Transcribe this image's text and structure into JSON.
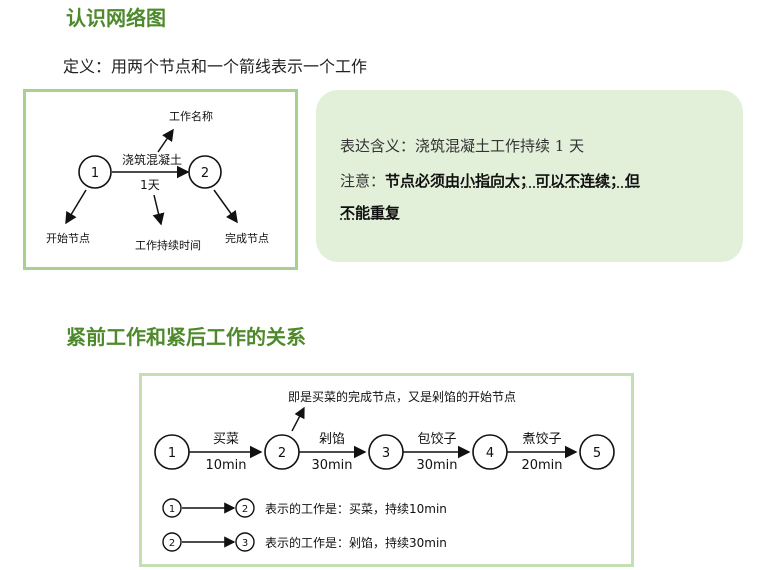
{
  "section1": {
    "title": "认识网络图",
    "definition": "定义：用两个节点和一个箭线表示一个工作"
  },
  "diagram1": {
    "node_start": "1",
    "node_end": "2",
    "activity_name": "浇筑混凝土",
    "duration": "1天",
    "label_work_name": "工作名称",
    "label_start_node": "开始节点",
    "label_duration": "工作持续时间",
    "label_end_node": "完成节点"
  },
  "callout": {
    "line1": "表达含义：浇筑混凝土工作持续 1 天",
    "note_prefix": "注意：",
    "note_bold1": "节点必须",
    "note_bold2": "由小指向大；可以不连续；但",
    "note_bold3": "不能重复"
  },
  "section2": {
    "title": "紧前工作和紧后工作的关系"
  },
  "diagram2": {
    "annotation": "即是买菜的完成节点，又是剁馅的开始节点",
    "nodes": [
      "1",
      "2",
      "3",
      "4",
      "5"
    ],
    "activities": [
      {
        "name": "买菜",
        "duration": "10min"
      },
      {
        "name": "剁馅",
        "duration": "30min"
      },
      {
        "name": "包饺子",
        "duration": "30min"
      },
      {
        "name": "煮饺子",
        "duration": "20min"
      }
    ],
    "legend": [
      {
        "from": "1",
        "to": "2",
        "text": "表示的工作是：买菜，持续10min"
      },
      {
        "from": "2",
        "to": "3",
        "text": "表示的工作是：剁馅，持续30min"
      }
    ]
  },
  "colors": {
    "heading": "#4e8a2c",
    "box_border": "#a9d18e",
    "callout_bg": "#e2efd9"
  }
}
